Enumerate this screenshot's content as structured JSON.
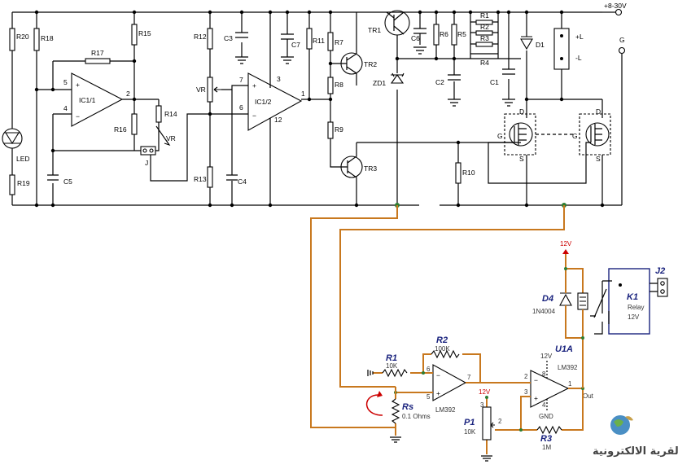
{
  "supply": {
    "label": "+8-30V",
    "ground_label": "G"
  },
  "load": {
    "plus": "+L",
    "minus": "-L"
  },
  "top_circuit": {
    "resistors": [
      "R20",
      "R18",
      "R17",
      "R15",
      "R14",
      "R16",
      "R12",
      "R11",
      "R7",
      "R8",
      "R9",
      "R13",
      "R19",
      "R6",
      "R5",
      "R1",
      "R2",
      "R3",
      "R4",
      "R10"
    ],
    "capacitors": [
      "C3",
      "C7",
      "C5",
      "C4",
      "C6",
      "C2",
      "C1"
    ],
    "opamps": [
      "IC1/1",
      "IC1/2"
    ],
    "transistors": [
      "TR1",
      "TR2",
      "TR3"
    ],
    "diodes": [
      "ZD1",
      "D1",
      "LED"
    ],
    "misc": [
      "VR",
      "J"
    ],
    "pins": {
      "ic1_1_plus": "5",
      "ic1_1_minus": "4",
      "ic1_1_out": "2",
      "ic1_2_plus": "7",
      "ic1_2_minus": "6",
      "ic1_2_out": "1",
      "ic1_2_vcc": "3",
      "ic1_2_gnd": "12"
    },
    "mosfet_pins": {
      "d": "D",
      "g": "G",
      "s": "S"
    },
    "vr_left": "VR"
  },
  "bottom_circuit": {
    "r1": {
      "name": "R1",
      "value": "10K"
    },
    "r2": {
      "name": "R2",
      "value": "100K"
    },
    "r3": {
      "name": "R3",
      "value": "1M"
    },
    "rs": {
      "name": "Rs",
      "value": "0.1 Ohms"
    },
    "p1": {
      "name": "P1",
      "value": "10K"
    },
    "opamp1": {
      "name": "LM392",
      "pin_minus": "6",
      "pin_plus": "5",
      "pin_out": "7"
    },
    "opamp2": {
      "name": "U1A",
      "part": "LM392",
      "pin_minus": "2",
      "pin_plus": "3",
      "pin_out": "1",
      "vcc": "12V",
      "gnd": "GND",
      "pin_vcc": "8",
      "pin_gnd": "4",
      "out_label": "Out"
    },
    "d4": {
      "name": "D4",
      "part": "1N4004"
    },
    "k1": {
      "name": "K1",
      "type": "Relay",
      "voltage": "12V"
    },
    "j2": {
      "name": "J2"
    },
    "supply_top": "12V",
    "supply_p1": "12V",
    "p1_pins": [
      "3",
      "2"
    ]
  },
  "watermark": {
    "text": "القرية الالكترونية"
  }
}
